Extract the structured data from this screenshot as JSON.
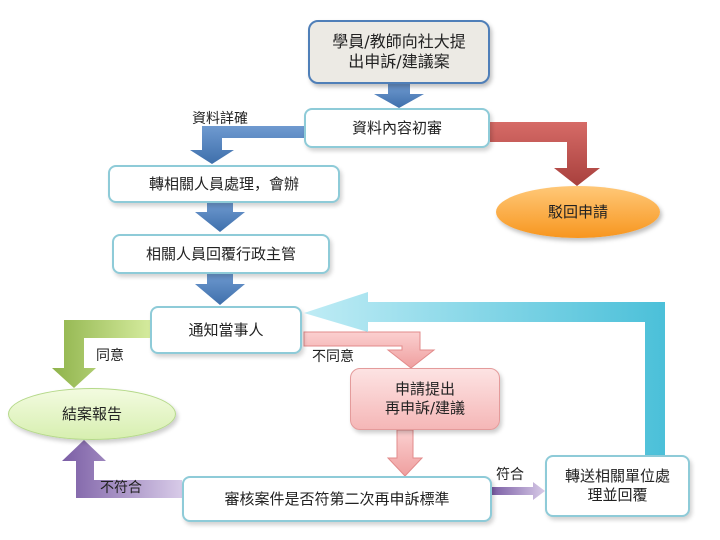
{
  "nodes": {
    "start": "學員/教師向社大提\n出申訴/建議案",
    "review": "資料內容初審",
    "forward": "轉相關人員處理，會辦",
    "reply": "相關人員回覆行政主管",
    "notify": "通知當事人",
    "reject": "駁回申請",
    "close_report": "結案報告",
    "reappeal": "申請提出\n再申訴/建議",
    "check": "審核案件是否符第二次再申訴標準",
    "transfer": "轉送相關單位處\n理並回覆"
  },
  "edge_labels": {
    "data_correct": "資料詳確",
    "agree": "同意",
    "disagree": "不同意",
    "not_meet": "不符合",
    "meet": "符合"
  },
  "colors": {
    "blue_arrow": "#4f81bd",
    "red_arrow": "#c0504d",
    "green_arrow": "#9bbb59",
    "pink_arrow": "#f2a5a5",
    "purple_arrow": "#8064a2",
    "cyan_arrow": "#4bc0d9",
    "node_border": "#8ecbd8"
  }
}
